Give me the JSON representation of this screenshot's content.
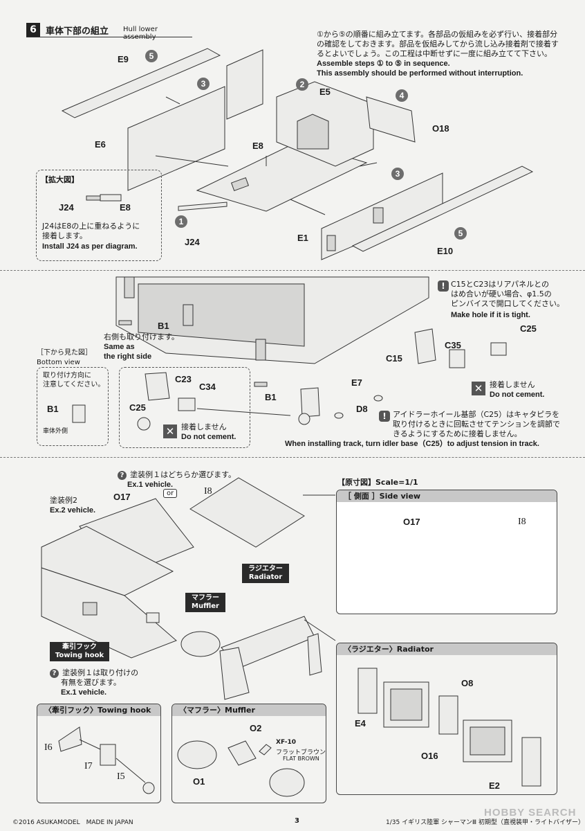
{
  "header": {
    "step_number": "6",
    "title_jp": "車体下部の組立",
    "title_en": "Hull lower assembly"
  },
  "intro": {
    "jp_line1": "①から⑤の順番に組み立てます。各部品の仮組みを必ず行い、接着部分",
    "jp_line2": "の確認をしておきます。部品を仮組みしてから流し込み接着剤で接着す",
    "jp_line3": "るとよいでしょう。この工程は中断せずに一度に組み立てて下さい。",
    "en_line1": "Assemble steps ① to ⑤ in sequence.",
    "en_line2": "This assembly should be performed without interruption."
  },
  "section1": {
    "steps": [
      "5",
      "3",
      "2",
      "4",
      "3",
      "1",
      "5"
    ],
    "parts": {
      "e9": "E9",
      "e6": "E6",
      "e5": "E5",
      "e8": "E8",
      "o18": "O18",
      "e1": "E1",
      "e10": "E10",
      "j24": "J24"
    },
    "zoom": {
      "title": "【拡大図】",
      "j24": "J24",
      "e8": "E8",
      "jp_line1": "J24はE8の上に重ねるように",
      "jp_line2": "接着します。",
      "en": "Install J24 as per diagram."
    }
  },
  "section2": {
    "note1": {
      "jp_line1": "C15とC23はリアパネルとの",
      "jp_line2": "はめ合いが硬い場合、φ1.5の",
      "jp_line3": "ピンバイスで開口してください。",
      "en": "Make hole if it is tight."
    },
    "b1": "B1",
    "same_jp": "右側も取り付けます。",
    "same_en1": "Same as",
    "same_en2": "the right side",
    "bottom_view": {
      "title_jp": "［下から見た図］",
      "title_en": "Bottom view",
      "jp_line1": "取り付け方向に",
      "jp_line2": "注意してください。",
      "b1": "B1",
      "outside": "車体外側"
    },
    "parts": {
      "c23": "C23",
      "c34": "C34",
      "c25": "C25",
      "c15": "C15",
      "c35": "C35",
      "e7": "E7",
      "d8": "D8",
      "b1b": "B1",
      "c25b": "C25"
    },
    "no_cement_jp": "接着しません",
    "no_cement_en": "Do not cement.",
    "note2": {
      "jp_line1": "アイドラーホイール基部（C25）はキャタピラを",
      "jp_line2": "取り付けるときに回転させてテンションを調節で",
      "jp_line3": "きるようにするために接着しません。",
      "en": "When installing track, turn idler base（C25）to adjust tension in track."
    }
  },
  "section3": {
    "paint1_jp": "塗装例１はどちらか選びます。",
    "paint1_en": "Ex.1 vehicle.",
    "paint2_jp": "塗装例2",
    "paint2_en": "Ex.2 vehicle.",
    "or": "or",
    "o17": "O17",
    "i8": "I8",
    "radiator_jp": "ラジエター",
    "radiator_en": "Radiator",
    "muffler_jp": "マフラー",
    "muffler_en": "Muffler",
    "towing_jp": "牽引フック",
    "towing_en": "Towing hook",
    "towing_note_jp1": "塗装例１は取り付けの",
    "towing_note_jp2": "有無を選びます。",
    "towing_note_en": "Ex.1 vehicle.",
    "scale_title": "【原寸図】Scale=1/1",
    "side_view": {
      "title": "［ 側面 ］Side view",
      "o17": "O17",
      "i8": "I8"
    },
    "radiator_box": {
      "title": "〈ラジエター〉Radiator",
      "e4": "E4",
      "o8": "O8",
      "o16": "O16",
      "e2": "E2"
    },
    "towing_box": {
      "title": "〈牽引フック〉Towing hook",
      "i6": "I6",
      "i7": "I7",
      "i5": "I5"
    },
    "muffler_box": {
      "title": "〈マフラー〉Muffler",
      "o2": "O2",
      "o1": "O1",
      "paint_code": "XF-10",
      "paint_jp": "フラットブラウン",
      "paint_en": "FLAT BROWN"
    }
  },
  "footer": {
    "copyright": "©2016 ASUKAMODEL　MADE IN JAPAN",
    "page": "3",
    "product": "1/35 イギリス陸軍 シャーマンⅢ 初期型（直視装甲・ライトバイザー）",
    "watermark": "HOBBY SEARCH"
  }
}
